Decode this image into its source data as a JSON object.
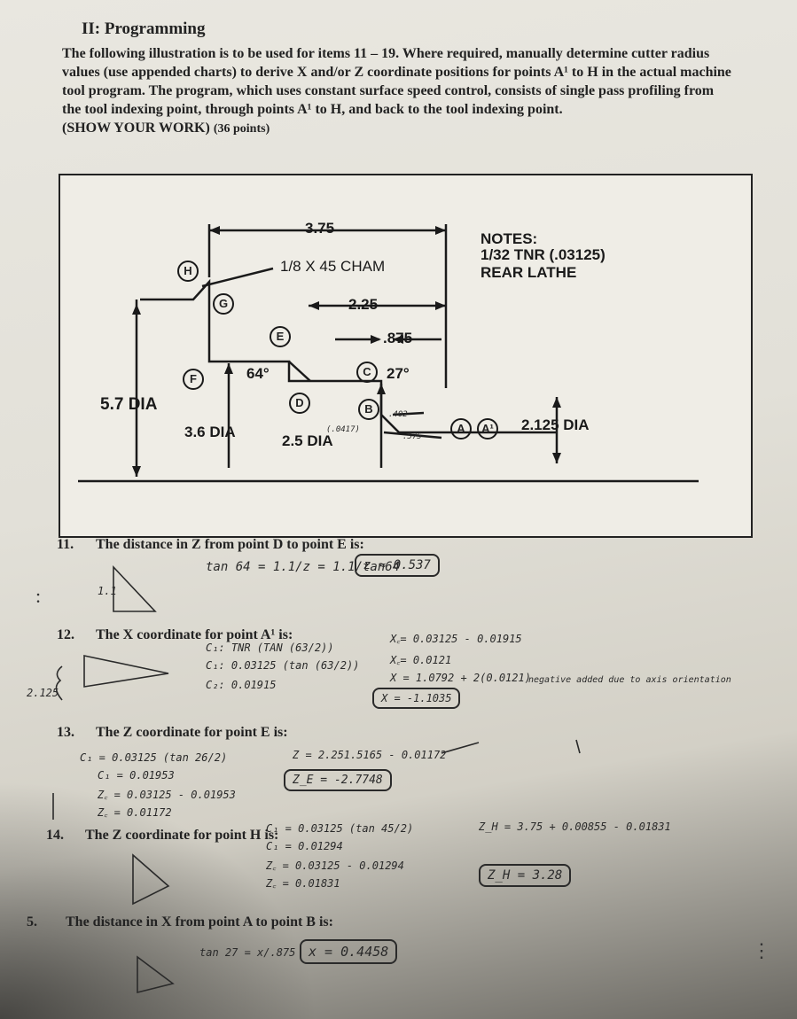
{
  "header": {
    "section_title": "II: Programming",
    "intro_text": "The following illustration is to be used for items 11 – 19. Where required, manually determine cutter radius values (use appended charts) to derive X and/or Z coordinate positions for points A¹ to H in the actual machine tool program. The program, which uses constant surface speed control, consists of single pass profiling from the tool indexing point, through points A¹ to H, and back to the tool indexing point.",
    "show_work": "(SHOW YOUR WORK)",
    "points": "(36 points)"
  },
  "drawing": {
    "dim_375": "3.75",
    "dim_225": "2.25",
    "dim_875": ".875",
    "chamfer": "1/8 X 45 CHAM",
    "angle_64": "64°",
    "angle_27": "27°",
    "dia_57": "5.7 DIA",
    "dia_36": "3.6 DIA",
    "dia_25": "2.5 DIA",
    "dia_2125": "2.125 DIA",
    "notes_title": "NOTES:",
    "notes_line1": "1/32 TNR (.03125)",
    "notes_line2": "REAR LATHE",
    "points": [
      "H",
      "G",
      "E",
      "F",
      "D",
      "C",
      "B",
      "A",
      "A¹"
    ],
    "hw_small1": "(.0417)",
    "hw_small2": ".575",
    "hw_small3": ".402"
  },
  "questions": [
    {
      "num": "11.",
      "text": "The distance in Z from point D to point E is:"
    },
    {
      "num": "12.",
      "text": "The X coordinate for point A¹ is:"
    },
    {
      "num": "13.",
      "text": "The Z coordinate for point E is:"
    },
    {
      "num": "14.",
      "text": "The Z coordinate for point H is:"
    },
    {
      "num": "5.",
      "text": "The distance in X from point A to point B is:"
    }
  ],
  "handwriting": {
    "q11_work": "tan 64 = 1.1/z = 1.1/tan64",
    "q11_answer": "z ≈ 0.537",
    "q11_side": "1.1",
    "q12_c1": "C₁: TNR (TAN (63/2))",
    "q12_c2": "C₁: 0.03125 (tan (63/2))",
    "q12_c3": "C₂: 0.01915",
    "q12_xc1": "X꜀= 0.03125 - 0.01915",
    "q12_xc2": "X꜀= 0.0121",
    "q12_x1": "X = 1.0792 + 2(0.0121)",
    "q12_answer": "X = -1.1035",
    "q12_label": "2.125",
    "q12_note": "negative added due to axis orientation",
    "q13_c1": "C₁ = 0.03125 (tan 26/2)",
    "q13_c2": "C₁ = 0.01953",
    "q13_zc": "Z꜀ = 0.03125 - 0.01953",
    "q13_zc2": "Z꜀ = 0.01172",
    "q13_z": "Z = 2.251.5165 - 0.01172",
    "q13_answer": "Z_E = -2.7748",
    "q14_c1": "C₁ = 0.03125 (tan 45/2)",
    "q14_c2": "C₁ = 0.01294",
    "q14_zc": "Z꜀ = 0.03125 - 0.01294",
    "q14_zc2": "Z꜀ = 0.01831",
    "q14_zh": "Z_H = 3.75 + 0.00855 - 0.01831",
    "q14_answer": "Z_H = 3.28",
    "q15_work": "tan 27 = x/.875",
    "q15_answer": "x = 0.4458"
  }
}
